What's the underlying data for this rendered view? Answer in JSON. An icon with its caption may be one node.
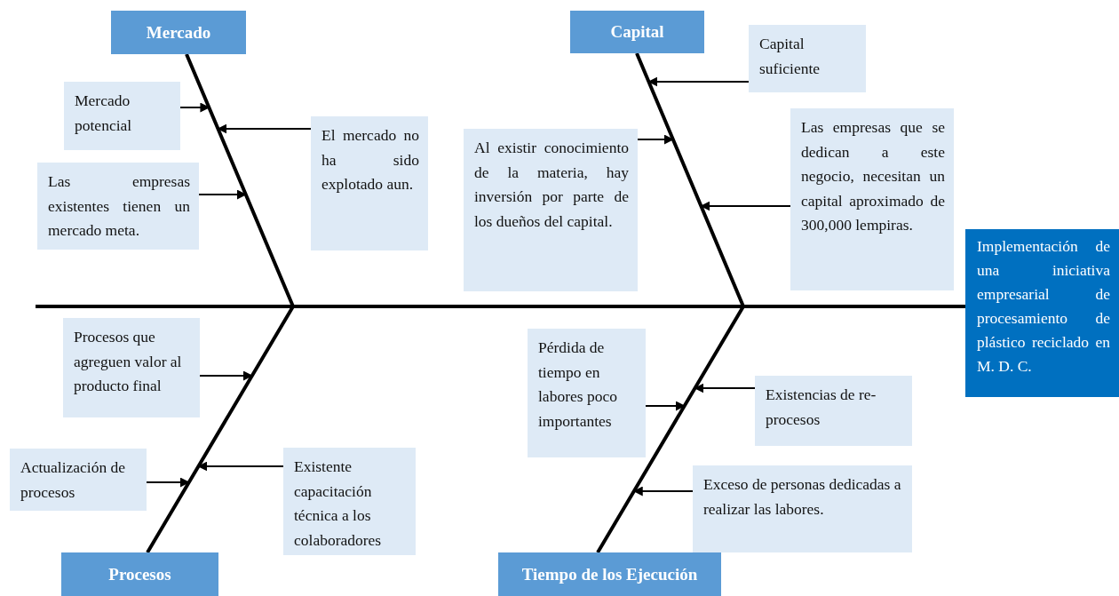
{
  "diagram": {
    "nodes": [
      {
        "text": [
          "Implementación de una iniciativa empresarial de procesamiento de plástico reciclado en M. D. C."
        ]
      },
      {
        "text": [
          "Mercado"
        ]
      },
      {
        "text": [
          "Mercado potencial"
        ]
      },
      {
        "text": [
          "Las empresas existentes tienen un mercado meta."
        ]
      },
      {
        "text": [
          "El mercado no ha sido explotado aun."
        ]
      },
      {
        "text": [
          "Capital"
        ]
      },
      {
        "text": [
          "Capital suficiente"
        ]
      },
      {
        "text": [
          "Al existir conocimiento de la materia, hay inversión por parte de los dueños del capital."
        ]
      },
      {
        "text": [
          "Las empresas que se dedican a este negocio, necesitan un capital aproximado de 300,000 lempiras."
        ]
      },
      {
        "text": [
          "Procesos que agreguen valor al producto final"
        ]
      },
      {
        "text": [
          "Actualización de procesos"
        ]
      },
      {
        "text": [
          "Existente capacitación técnica a los colaboradores"
        ]
      },
      {
        "text": [
          "Procesos"
        ]
      },
      {
        "text": [
          "Pérdida de tiempo en labores poco importantes"
        ]
      },
      {
        "text": [
          "Existencias de re-procesos"
        ]
      },
      {
        "text": [
          "Exceso de personas dedicadas a realizar las labores."
        ]
      },
      {
        "text": [
          "Tiempo de los Ejecución"
        ]
      }
    ],
    "edges": [
      {
        "from": null,
        "to": 0,
        "arrow": "none",
        "style": "thick"
      },
      {
        "from": 1,
        "to": 0,
        "arrow": "none",
        "style": "thick"
      },
      {
        "from": 5,
        "to": 0,
        "arrow": "none",
        "style": "thick"
      },
      {
        "from": 12,
        "to": 0,
        "arrow": "none",
        "style": "thick"
      },
      {
        "from": 16,
        "to": 0,
        "arrow": "none",
        "style": "thick"
      },
      {
        "from": 2,
        "to": null,
        "arrow": "to"
      },
      {
        "from": 3,
        "to": null,
        "arrow": "to"
      },
      {
        "from": 4,
        "to": null,
        "arrow": "to"
      },
      {
        "from": 6,
        "to": 5,
        "arrow": "to"
      },
      {
        "from": 7,
        "to": null,
        "arrow": "to"
      },
      {
        "from": 8,
        "to": null,
        "arrow": "to"
      },
      {
        "from": 9,
        "to": null,
        "arrow": "to"
      },
      {
        "from": 10,
        "to": null,
        "arrow": "to"
      },
      {
        "from": 11,
        "to": null,
        "arrow": "to"
      },
      {
        "from": 13,
        "to": null,
        "arrow": "to"
      },
      {
        "from": 14,
        "to": null,
        "arrow": "to"
      },
      {
        "from": 15,
        "to": null,
        "arrow": "to"
      }
    ]
  }
}
